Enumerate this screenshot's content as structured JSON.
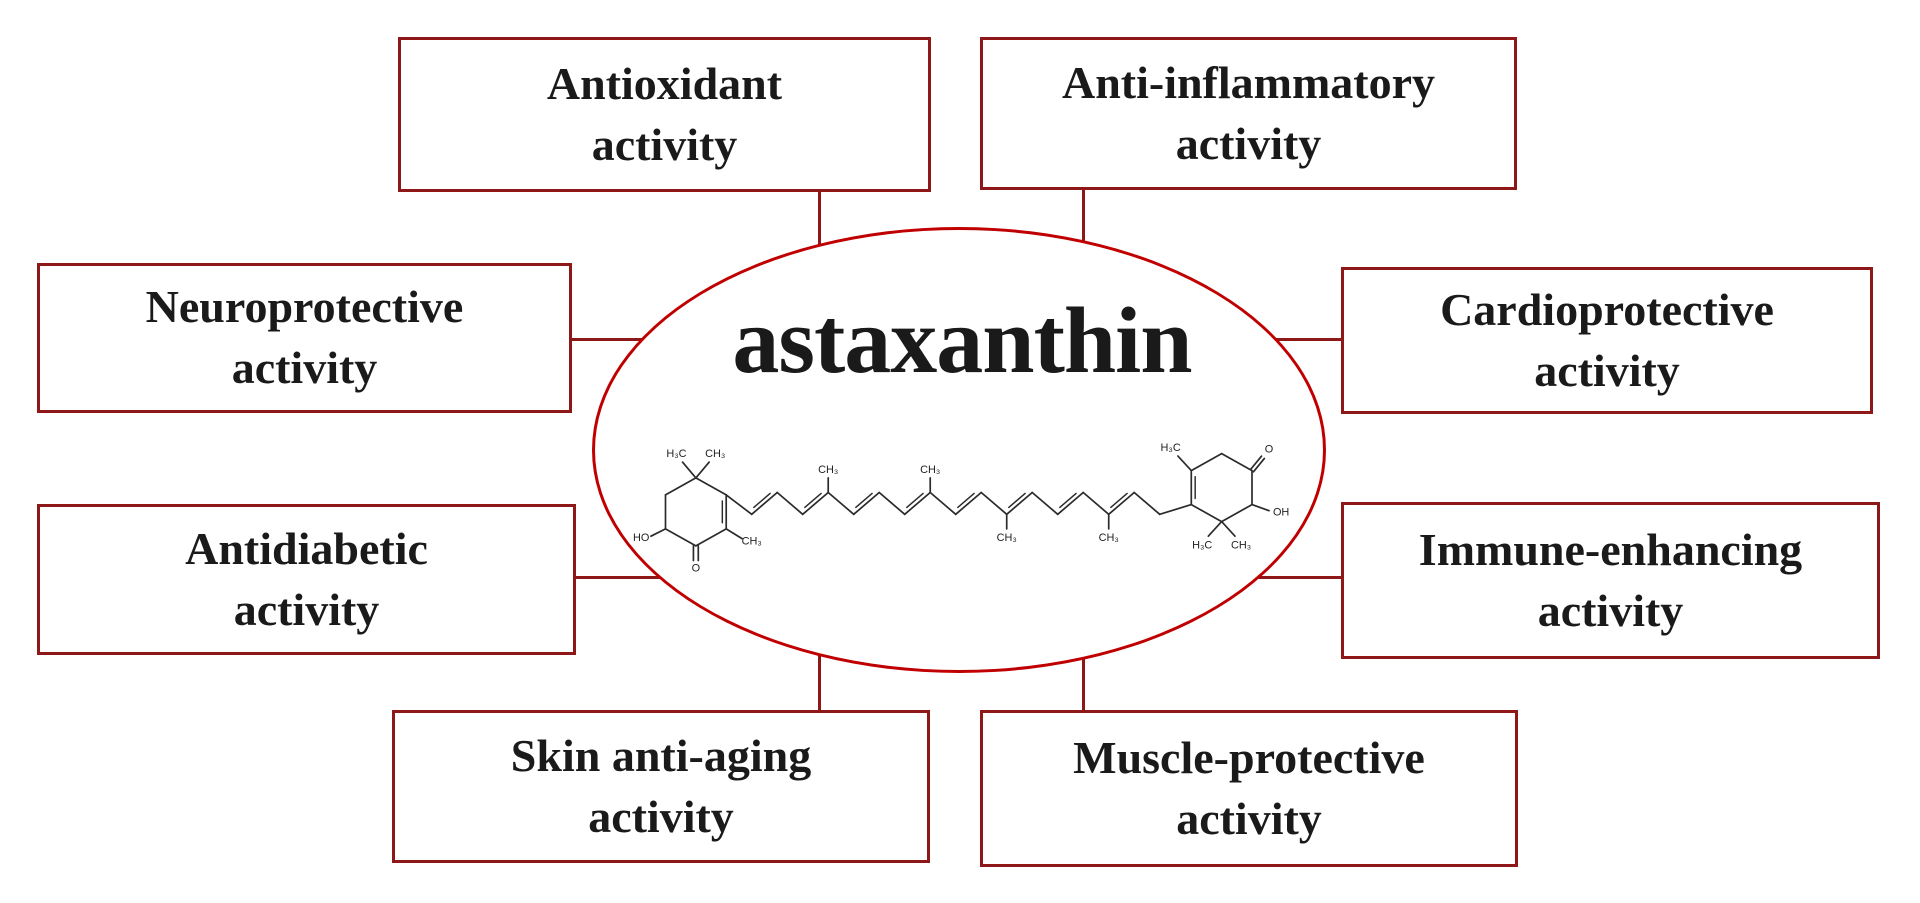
{
  "colors": {
    "box_border": "#8e1717",
    "ellipse_border": "#c00000",
    "connector": "#8e1717",
    "text": "#1a1a1a",
    "background": "#ffffff",
    "bond": "#2b2b2b"
  },
  "center": {
    "title": "astaxanthin",
    "molecule_labels": {
      "h3c": "H₃C",
      "ch3": "CH₃",
      "ho": "HO",
      "oh": "OH",
      "o": "O"
    }
  },
  "boxes": [
    {
      "id": "antioxidant",
      "line1": "Antioxidant",
      "line2": "activity"
    },
    {
      "id": "anti-inflammatory",
      "line1": "Anti-inflammatory",
      "line2": "activity"
    },
    {
      "id": "neuroprotective",
      "line1": "Neuroprotective",
      "line2": "activity"
    },
    {
      "id": "cardioprotective",
      "line1": "Cardioprotective",
      "line2": "activity"
    },
    {
      "id": "antidiabetic",
      "line1": "Antidiabetic",
      "line2": "activity"
    },
    {
      "id": "immune-enhancing",
      "line1": "Immune-enhancing",
      "line2": "activity"
    },
    {
      "id": "skin-anti-aging",
      "line1": "Skin anti-aging",
      "line2": "activity"
    },
    {
      "id": "muscle-protective",
      "line1": "Muscle-protective",
      "line2": "activity"
    }
  ]
}
